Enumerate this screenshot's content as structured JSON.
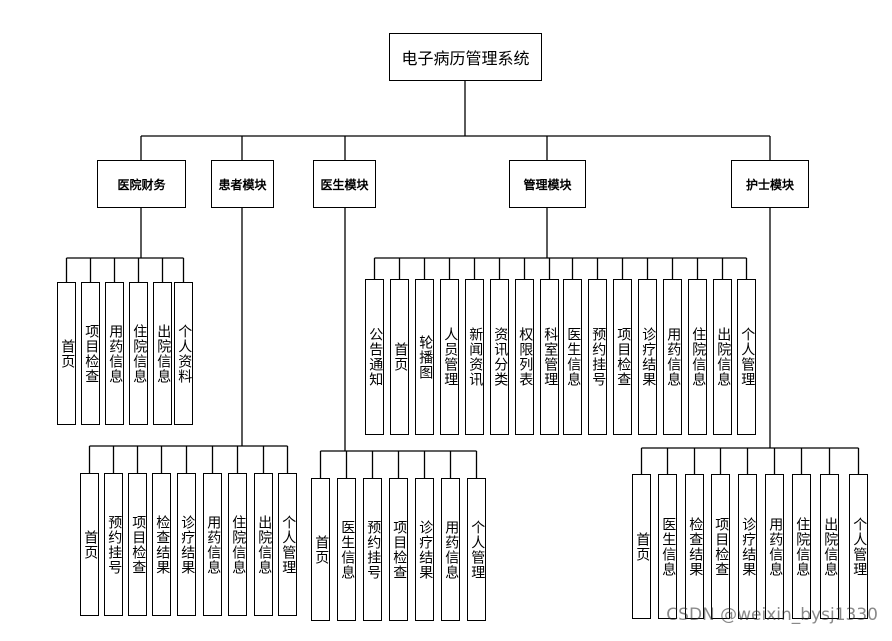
{
  "root": "电子病历管理系统",
  "modules": [
    {
      "label": "医院财务",
      "items": [
        "首页",
        "项目检查",
        "用药信息",
        "住院信息",
        "出院信息",
        "个人资料"
      ]
    },
    {
      "label": "患者模块",
      "items": [
        "首页",
        "预约挂号",
        "项目检查",
        "检查结果",
        "诊疗结果",
        "用药信息",
        "住院信息",
        "出院信息",
        "个人管理"
      ]
    },
    {
      "label": "医生模块",
      "items": [
        "首页",
        "医生信息",
        "预约挂号",
        "项目检查",
        "诊疗结果",
        "用药信息",
        "个人管理"
      ]
    },
    {
      "label": "管理模块",
      "items": [
        "公告通知",
        "首页",
        "轮播图",
        "人员管理",
        "新闻资讯",
        "资讯分类",
        "权限列表",
        "科室管理",
        "医生信息",
        "预约挂号",
        "项目检查",
        "诊疗结果",
        "用药信息",
        "住院信息",
        "出院信息",
        "个人管理"
      ]
    },
    {
      "label": "护士模块",
      "items": [
        "首页",
        "医生信息",
        "检查结果",
        "项目检查",
        "诊疗结果",
        "用药信息",
        "住院信息",
        "出院信息",
        "个人管理"
      ]
    }
  ],
  "watermark": "CSDN @weixin_bysj1330"
}
